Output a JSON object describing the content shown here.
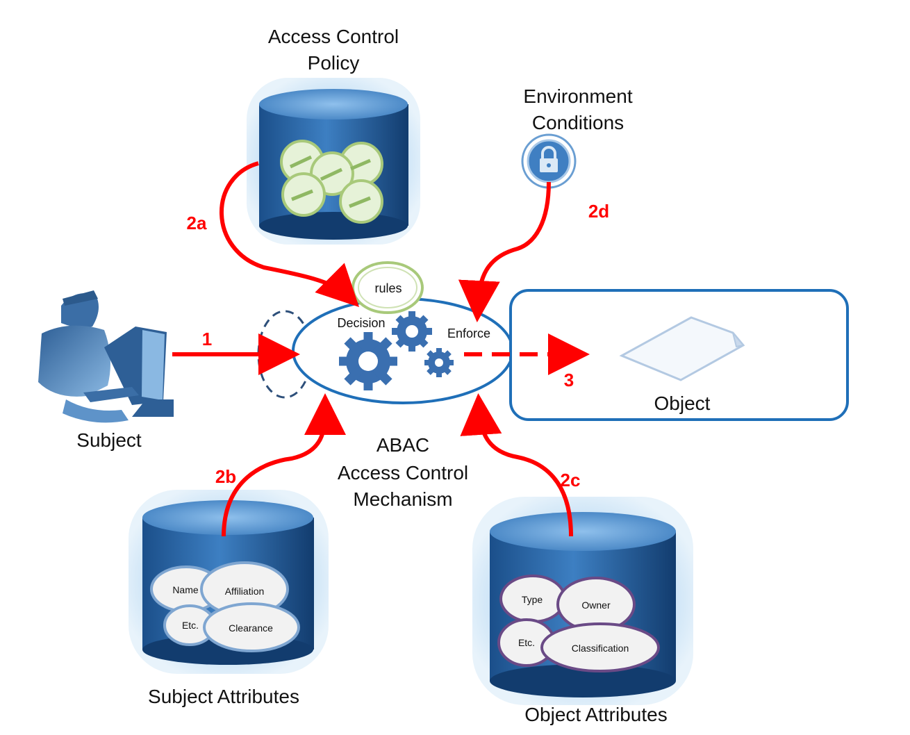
{
  "labels": {
    "policy_line1": "Access Control",
    "policy_line2": "Policy",
    "env_line1": "Environment",
    "env_line2": "Conditions",
    "subject": "Subject",
    "object": "Object",
    "mechanism_line1": "ABAC",
    "mechanism_line2": "Access Control",
    "mechanism_line3": "Mechanism",
    "subject_attributes": "Subject Attributes",
    "object_attributes": "Object Attributes",
    "rules": "rules",
    "decision": "Decision",
    "enforce": "Enforce"
  },
  "steps": {
    "s1": "1",
    "s2a": "2a",
    "s2b": "2b",
    "s2c": "2c",
    "s2d": "2d",
    "s3": "3"
  },
  "subject_attr_items": {
    "name": "Name",
    "affiliation": "Affiliation",
    "etc": "Etc.",
    "clearance": "Clearance"
  },
  "object_attr_items": {
    "type": "Type",
    "owner": "Owner",
    "etc": "Etc.",
    "classification": "Classification"
  },
  "colors": {
    "arrow": "#ff0000",
    "ellipse_stroke": "#1f6fb8",
    "db_dark": "#1b4f8a",
    "db_light": "#6aa2d8",
    "gear": "#3a6fb0"
  }
}
